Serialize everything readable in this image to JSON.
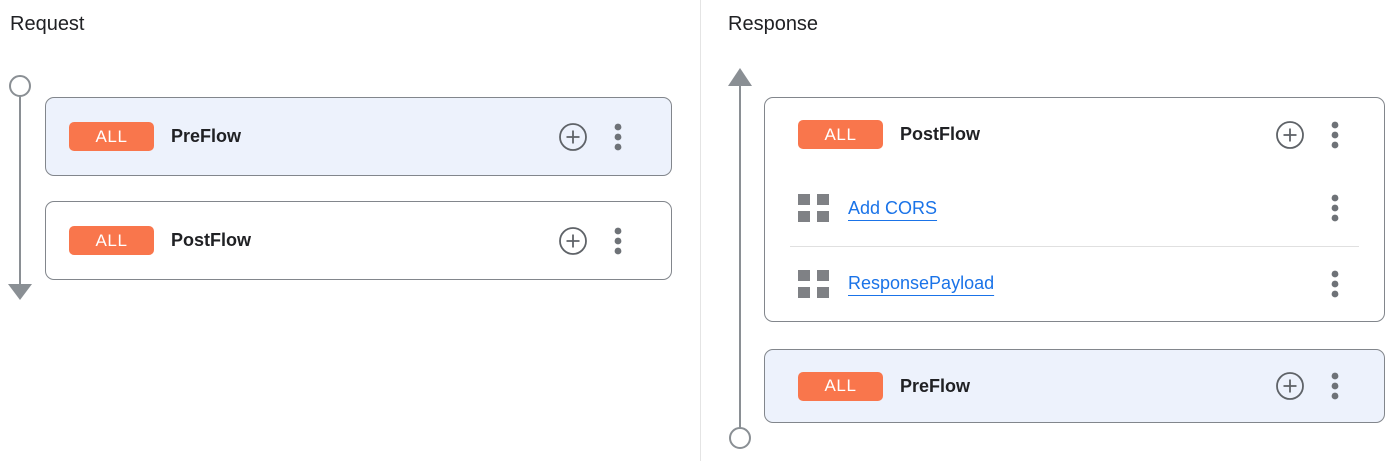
{
  "colors": {
    "badge_orange": "#f9764c",
    "link_blue": "#1a73e8",
    "highlighted_card_bg": "#edf2fc",
    "card_border": "#82868c",
    "timeline_gray": "#8a8f94",
    "icon_gray": "#5f6368"
  },
  "request": {
    "title": "Request",
    "flows": [
      {
        "badge": "ALL",
        "name": "PreFlow"
      },
      {
        "badge": "ALL",
        "name": "PostFlow"
      }
    ]
  },
  "response": {
    "title": "Response",
    "flows": [
      {
        "badge": "ALL",
        "name": "PostFlow",
        "policies": [
          "Add CORS",
          "ResponsePayload"
        ]
      },
      {
        "badge": "ALL",
        "name": "PreFlow"
      }
    ]
  },
  "icons": {
    "add_policy": "plus-circle",
    "more_options": "vertical-dots",
    "policy": "grid-squares",
    "request_flow_direction": "arrow-down",
    "response_flow_direction": "arrow-up"
  }
}
